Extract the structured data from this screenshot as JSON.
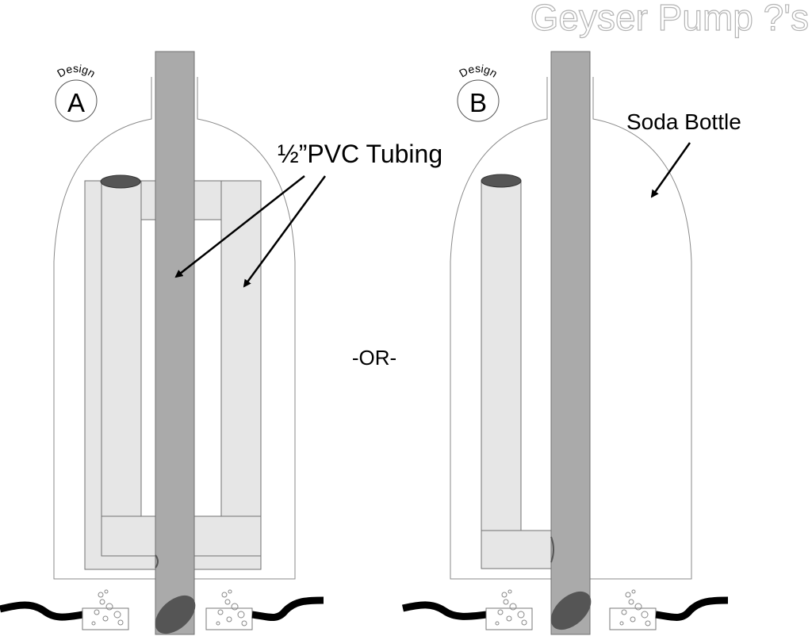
{
  "title": "Geyser Pump ?'s",
  "designs": [
    {
      "caption": "Design",
      "letter": "A"
    },
    {
      "caption": "Design",
      "letter": "B"
    }
  ],
  "labels": {
    "tubing": "½”PVC Tubing",
    "bottle": "Soda Bottle",
    "or": "-OR-"
  },
  "colors": {
    "dark_tube": "#aaaaaa",
    "light_tube": "#e6e6e6",
    "tube_opening": "#555555",
    "outline": "#707070",
    "hose": "#000000"
  }
}
